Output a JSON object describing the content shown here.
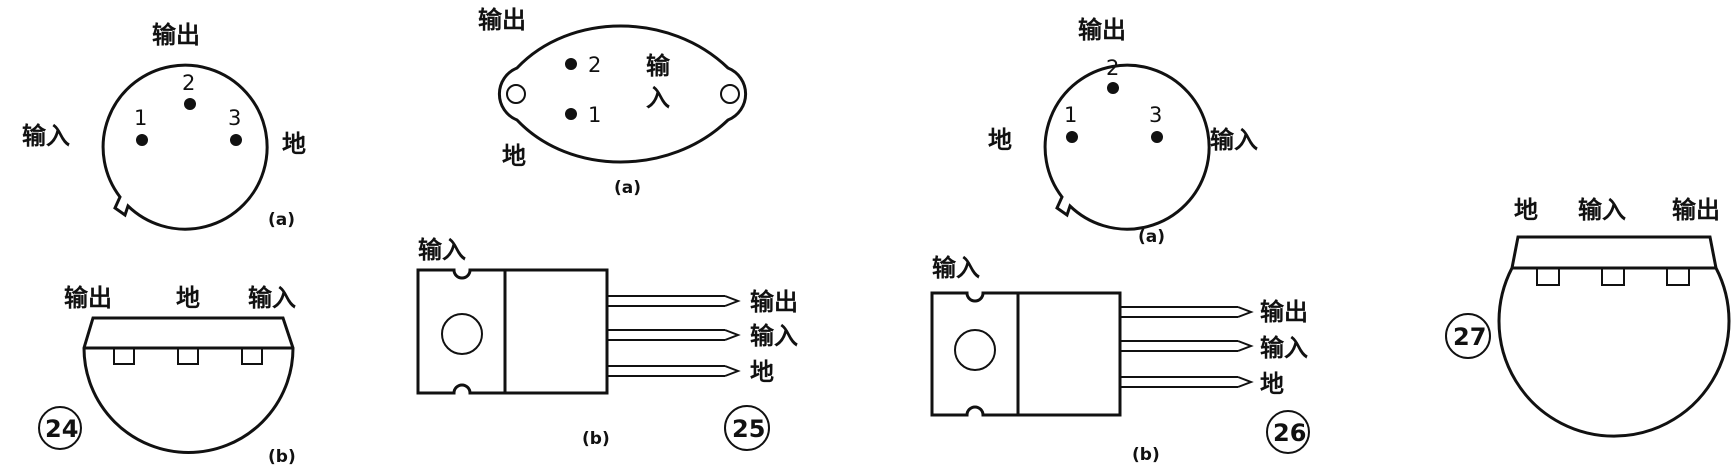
{
  "labels": {
    "output": "输出",
    "input": "输入",
    "ground": "地",
    "input_split_top": "输",
    "input_split_bottom": "入"
  },
  "subfig": {
    "a": "(a)",
    "b": "(b)"
  },
  "pins": {
    "p1": "1",
    "p2": "2",
    "p3": "3"
  },
  "figures": {
    "f24": "24",
    "f25": "25",
    "f26": "26",
    "f27": "27"
  },
  "colors": {
    "ink": "#111111",
    "paper": "#ffffff"
  }
}
